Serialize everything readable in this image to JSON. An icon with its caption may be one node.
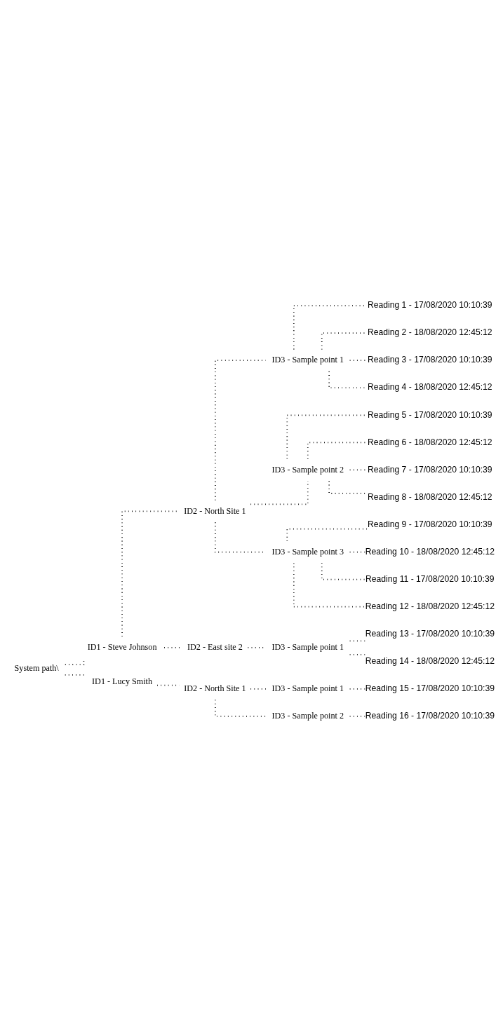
{
  "diagram": {
    "nodes": [
      {
        "text": [
          "System path\\"
        ]
      },
      {
        "text": [
          "ID1 - Steve Johnson"
        ]
      },
      {
        "text": [
          "ID2 - North Site 1"
        ]
      },
      {
        "text": [
          "ID3 - Sample point 1"
        ]
      },
      {
        "text": [
          "Reading 1 - 17/08/2020 10:10:39"
        ]
      },
      {
        "text": [
          "Reading 2 - 18/08/2020 12:45:12"
        ]
      },
      {
        "text": [
          "Reading 3 - 17/08/2020 10:10:39"
        ]
      },
      {
        "text": [
          "Reading 4 - 18/08/2020 12:45:12"
        ]
      },
      {
        "text": [
          "ID3 - Sample point 2"
        ]
      },
      {
        "text": [
          "Reading 5 - 17/08/2020 10:10:39"
        ]
      },
      {
        "text": [
          "Reading 6 - 18/08/2020 12:45:12"
        ]
      },
      {
        "text": [
          "Reading 7 - 17/08/2020 10:10:39"
        ]
      },
      {
        "text": [
          "Reading 8 - 18/08/2020 12:45:12"
        ]
      },
      {
        "text": [
          "ID3 - Sample point 3"
        ]
      },
      {
        "text": [
          "Reading 9 - 17/08/2020 10:10:39"
        ]
      },
      {
        "text": [
          "Reading 10 - 18/08/2020 12:45:12"
        ]
      },
      {
        "text": [
          "Reading 11 - 17/08/2020 10:10:39"
        ]
      },
      {
        "text": [
          "Reading 12 - 18/08/2020 12:45:12"
        ]
      },
      {
        "text": [
          "ID2 - East site 2"
        ]
      },
      {
        "text": [
          "ID3 - Sample point 1"
        ]
      },
      {
        "text": [
          "Reading 13 - 17/08/2020 10:10:39"
        ]
      },
      {
        "text": [
          "Reading 14 - 18/08/2020 12:45:12"
        ]
      },
      {
        "text": [
          "ID1 - Lucy Smith"
        ]
      },
      {
        "text": [
          "ID2 - North Site 1"
        ]
      },
      {
        "text": [
          "ID3 - Sample point 1"
        ]
      },
      {
        "text": [
          "Reading 15 - 17/08/2020 10:10:39"
        ]
      },
      {
        "text": [
          "ID3 - Sample point 2"
        ]
      },
      {
        "text": [
          "Reading 16 - 17/08/2020 10:10:39"
        ]
      }
    ],
    "edges": [
      {
        "from": 0,
        "to": 1,
        "arrow": "none"
      },
      {
        "from": 1,
        "to": 2,
        "arrow": "none"
      },
      {
        "from": 2,
        "to": 3,
        "arrow": "none"
      },
      {
        "from": 3,
        "to": 4,
        "arrow": "none"
      },
      {
        "from": 3,
        "to": 5,
        "arrow": "none"
      },
      {
        "from": 3,
        "to": 6,
        "arrow": "none"
      },
      {
        "from": 3,
        "to": 7,
        "arrow": "none"
      },
      {
        "from": 2,
        "to": 8,
        "arrow": "none"
      },
      {
        "from": 8,
        "to": 9,
        "arrow": "none"
      },
      {
        "from": 8,
        "to": 10,
        "arrow": "none"
      },
      {
        "from": 8,
        "to": 11,
        "arrow": "none"
      },
      {
        "from": 8,
        "to": 12,
        "arrow": "none"
      },
      {
        "from": 2,
        "to": 13,
        "arrow": "none"
      },
      {
        "from": 13,
        "to": 14,
        "arrow": "none"
      },
      {
        "from": 13,
        "to": 15,
        "arrow": "none"
      },
      {
        "from": 13,
        "to": 16,
        "arrow": "none"
      },
      {
        "from": 13,
        "to": 17,
        "arrow": "none"
      },
      {
        "from": 1,
        "to": 18,
        "arrow": "none"
      },
      {
        "from": 18,
        "to": 19,
        "arrow": "none"
      },
      {
        "from": 19,
        "to": 20,
        "arrow": "none"
      },
      {
        "from": 19,
        "to": 21,
        "arrow": "none"
      },
      {
        "from": 0,
        "to": 22,
        "arrow": "none"
      },
      {
        "from": 22,
        "to": 23,
        "arrow": "none"
      },
      {
        "from": 23,
        "to": 24,
        "arrow": "none"
      },
      {
        "from": 24,
        "to": 25,
        "arrow": "none"
      },
      {
        "from": 23,
        "to": 26,
        "arrow": "none"
      },
      {
        "from": 26,
        "to": 27,
        "arrow": "none"
      }
    ]
  }
}
